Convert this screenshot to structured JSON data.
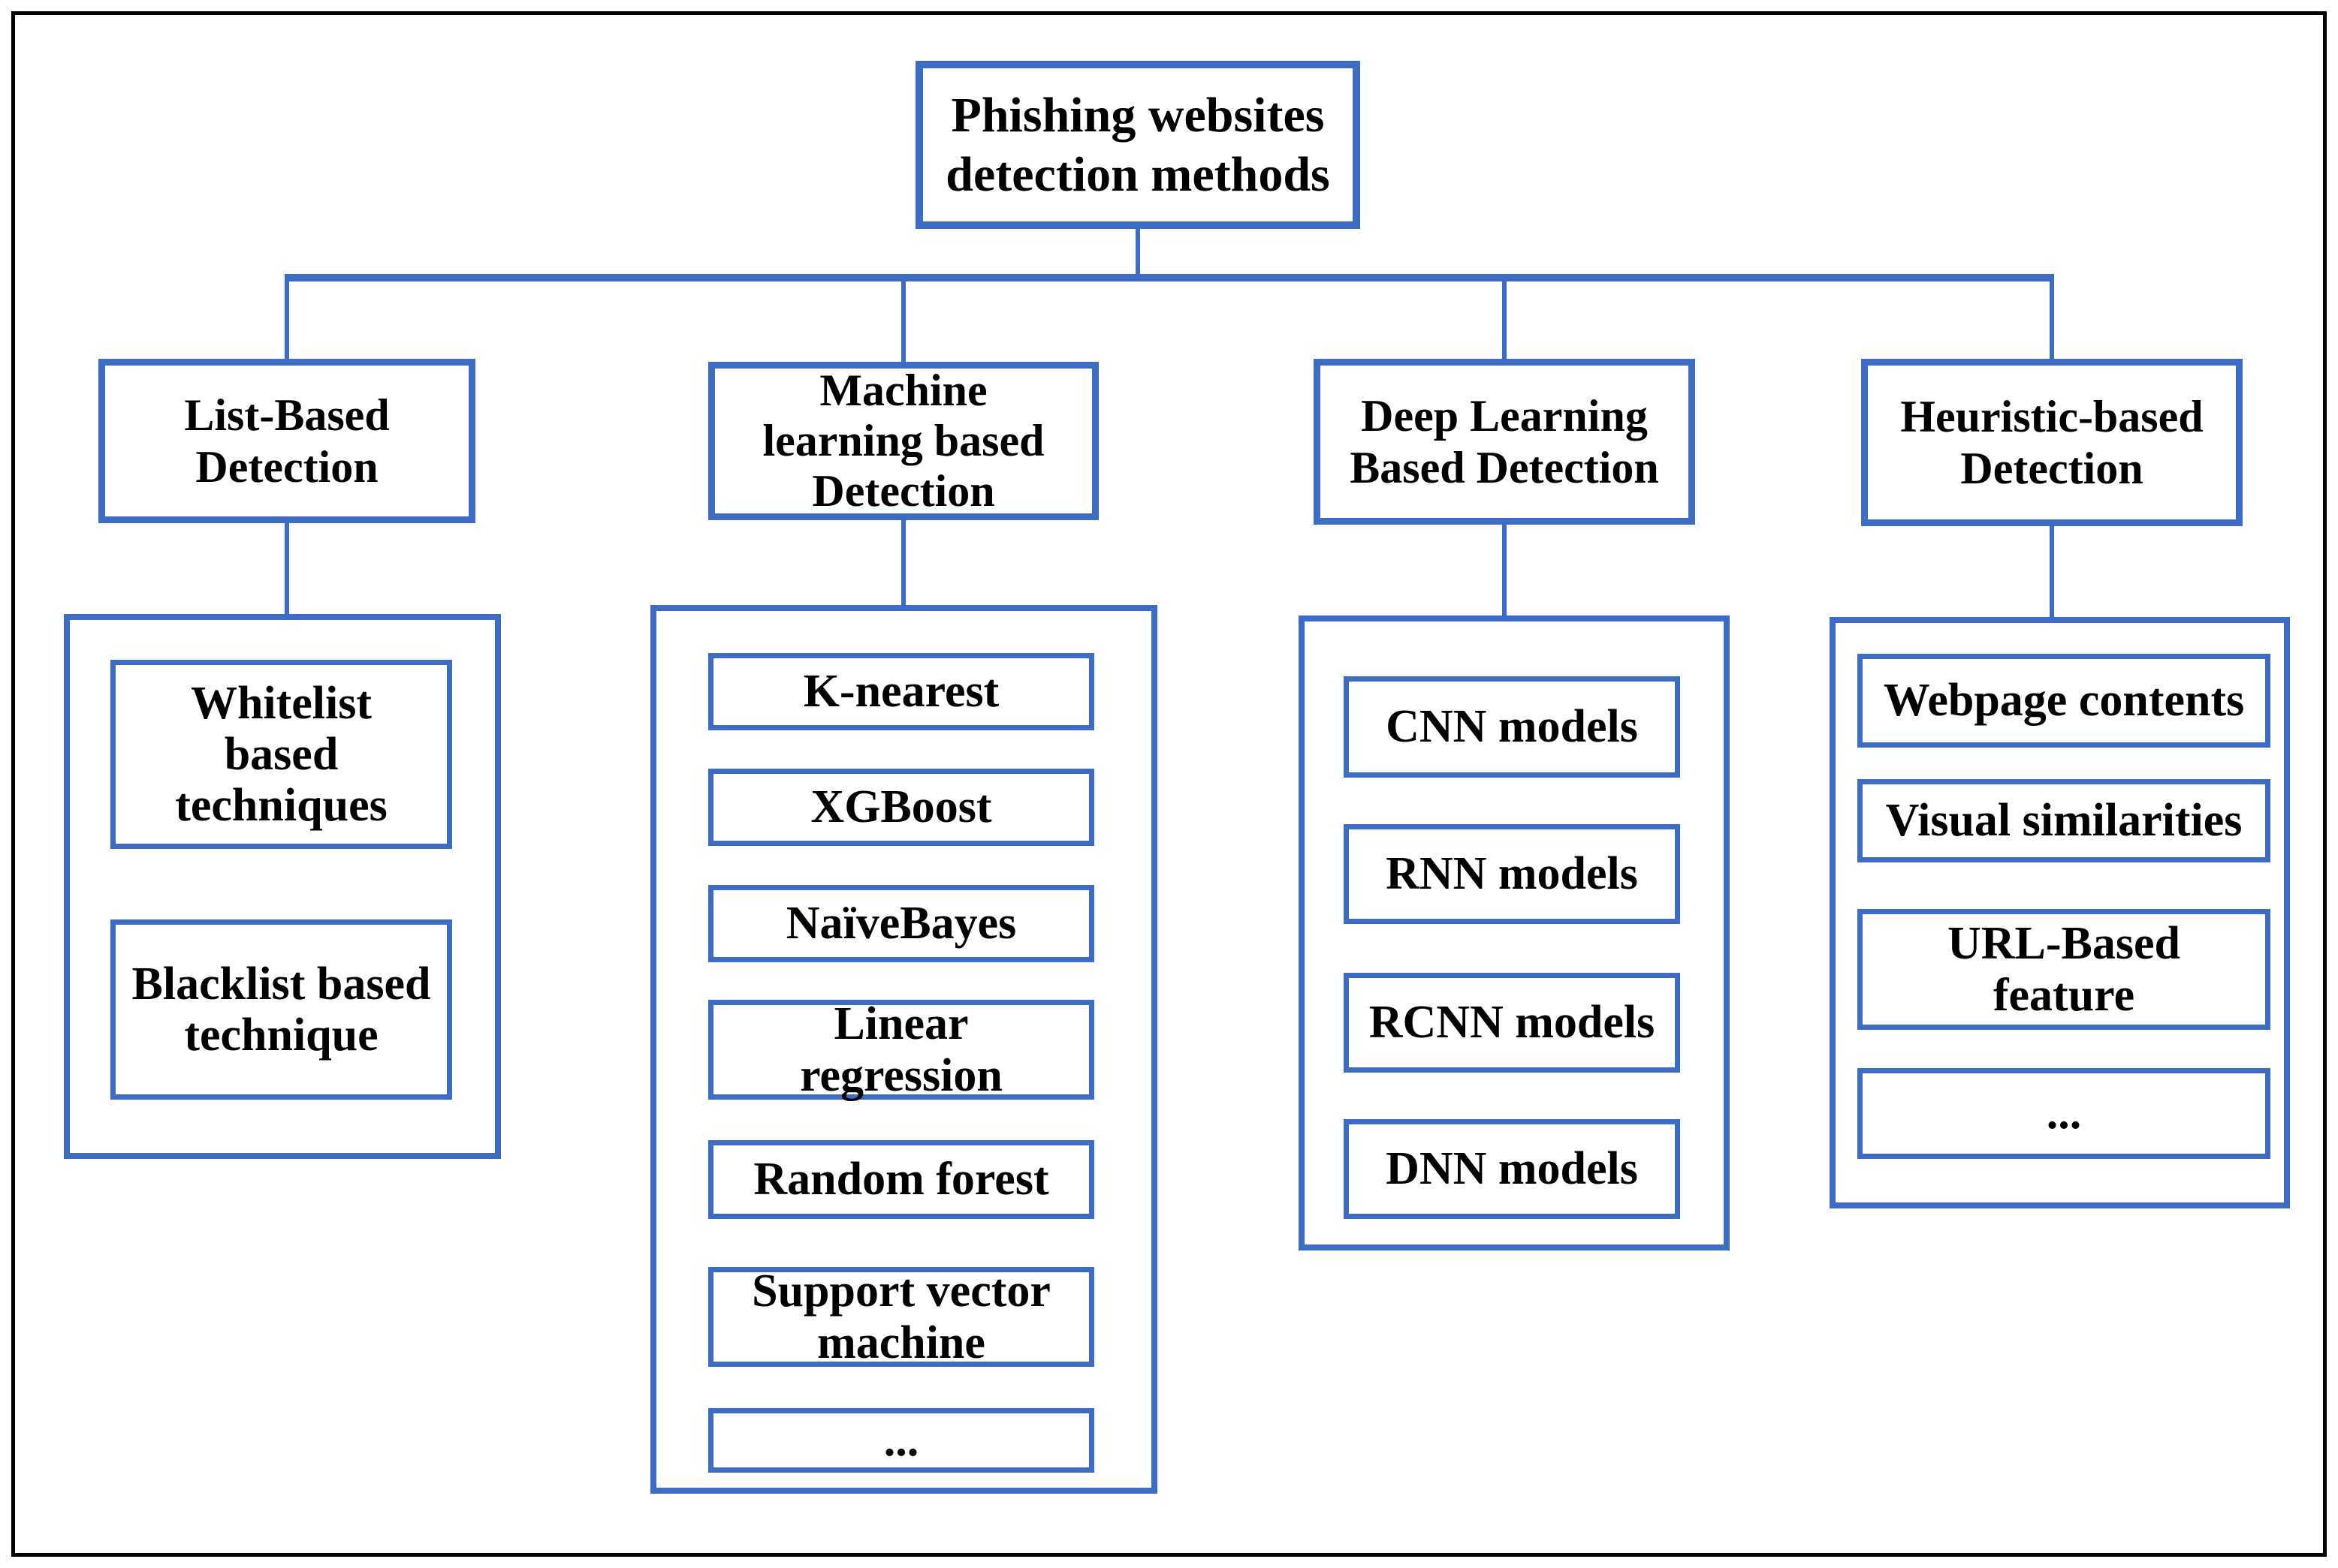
{
  "diagram": {
    "root_label": "Phishing websites detection methods",
    "branches": [
      {
        "id": "list-based",
        "label": "List-Based Detection",
        "children": [
          "Whitelist based techniques",
          "Blacklist based technique"
        ]
      },
      {
        "id": "machine-learning",
        "label": "Machine learning based Detection",
        "children": [
          "K-nearest",
          "XGBoost",
          "NaïveBayes",
          "Linear regression",
          "Random forest",
          "Support vector machine",
          "..."
        ]
      },
      {
        "id": "deep-learning",
        "label": "Deep Learning Based Detection",
        "children": [
          "CNN models",
          "RNN models",
          "RCNN models",
          "DNN models"
        ]
      },
      {
        "id": "heuristic",
        "label": "Heuristic-based Detection",
        "children": [
          "Webpage contents",
          "Visual similarities",
          "URL-Based feature",
          "..."
        ]
      }
    ],
    "colors": {
      "accent": "#3d6cc4",
      "text": "#000000",
      "frame": "#000000",
      "background": "#ffffff"
    }
  }
}
